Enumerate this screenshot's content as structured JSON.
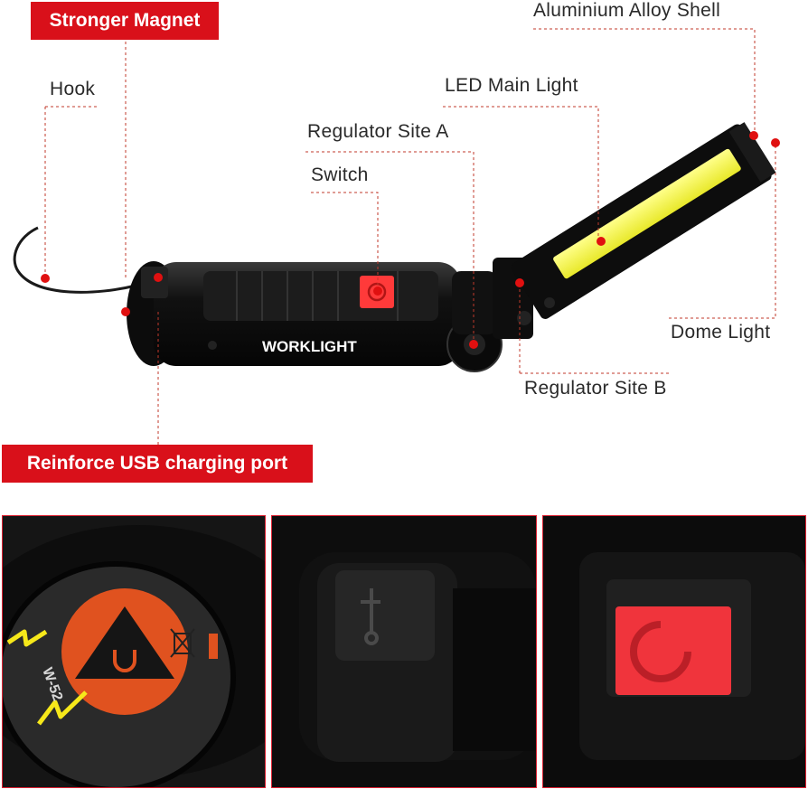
{
  "labels": {
    "stronger_magnet": "Stronger Magnet",
    "aluminium_alloy_shell": "Aluminium Alloy Shell",
    "hook": "Hook",
    "led_main_light": "LED Main Light",
    "regulator_site_a": "Regulator Site A",
    "switch": "Switch",
    "dome_light": "Dome Light",
    "regulator_site_b": "Regulator Site B",
    "reinforce_usb": "Reinforce USB charging port"
  },
  "product": {
    "body_text": "WORKLIGHT",
    "model_text": "W-52"
  },
  "colors": {
    "accent_red": "#d9101a",
    "leader_line": "#c0392b",
    "led_yellow": "#f2f23a",
    "body_black": "#141414"
  },
  "icons": [
    "hook-icon",
    "power-icon",
    "usb-icon",
    "warning-triangle-icon",
    "magnet-icon",
    "recycle-bin-crossed-icon",
    "lightning-bolt-icon"
  ]
}
